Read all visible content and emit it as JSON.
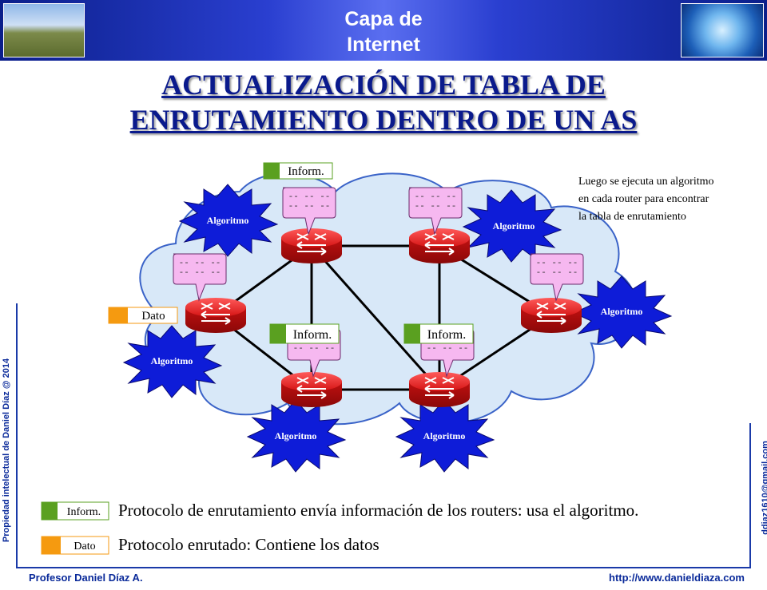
{
  "header": {
    "title_line1": "Capa de",
    "title_line2": "Internet"
  },
  "title": {
    "line1": "ACTUALIZACIÓN DE TABLA DE",
    "line2": "ENRUTAMIENTO DENTRO DE UN AS"
  },
  "side": {
    "left_text": "Propiedad intelectual de Daniel Díaz @ 2014",
    "right_text": "ddiaz1610@gmail.com"
  },
  "footer": {
    "left": "Profesor Daniel Díaz A.",
    "right": "http://www.danieldiaza.com"
  },
  "diagram": {
    "note_lines": [
      "Luego se ejecuta un algoritmo",
      "en cada router para encontrar",
      "la tabla de enrutamiento"
    ],
    "algorithm_label": "Algoritmo",
    "inform_label": "Inform.",
    "dato_label": "Dato",
    "table_row": "-- -- --",
    "colors": {
      "cloud": "#d8e8f8",
      "cloud_stroke": "#3a63c8",
      "router": "#cc1111",
      "burst": "#0e1cd8",
      "callout": "#f6b8f0",
      "inform": "#5aa020",
      "dato": "#f59a10"
    }
  },
  "legend": {
    "inform_label": "Inform.",
    "inform_text": "Protocolo de enrutamiento envía información de los routers: usa el algoritmo.",
    "dato_label": "Dato",
    "dato_text": "Protocolo enrutado: Contiene los datos"
  }
}
